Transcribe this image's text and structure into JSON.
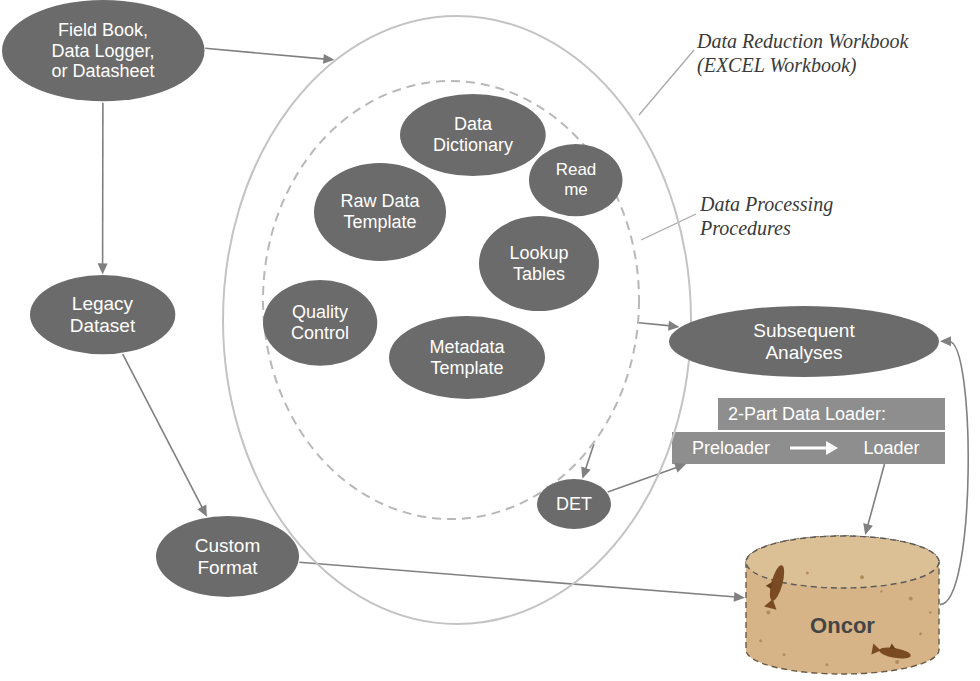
{
  "diagram": {
    "nodes": [
      {
        "text": [
          "Field Book, Data Logger, or Datasheet"
        ]
      },
      {
        "text": [
          "Data Reduction Workbook (EXCEL Workbook)"
        ]
      },
      {
        "text": [
          "Data Processing Procedures"
        ],
        "in": 1
      },
      {
        "text": [
          "Data Dictionary"
        ],
        "in": 2
      },
      {
        "text": [
          "Read me"
        ],
        "in": 2
      },
      {
        "text": [
          "Raw Data Template"
        ],
        "in": 2
      },
      {
        "text": [
          "Lookup Tables"
        ],
        "in": 2
      },
      {
        "text": [
          "Quality Control"
        ],
        "in": 2
      },
      {
        "text": [
          "Metadata Template"
        ],
        "in": 2
      },
      {
        "text": [
          "DET"
        ],
        "in": 1
      },
      {
        "text": [
          "Legacy Dataset"
        ]
      },
      {
        "text": [
          "Subsequent Analyses"
        ]
      },
      {
        "text": [
          "2-Part Data Loader:"
        ]
      },
      {
        "text": [
          "Preloader"
        ],
        "in": 12
      },
      {
        "text": [
          "Loader"
        ],
        "in": 12
      },
      {
        "text": [
          "Custom Format"
        ]
      },
      {
        "text": [
          "Oncor"
        ]
      }
    ],
    "edges": [
      {
        "from": 0,
        "to": 1,
        "arrow": "to"
      },
      {
        "from": 0,
        "to": 10,
        "arrow": "to"
      },
      {
        "from": 10,
        "to": 15,
        "arrow": "to"
      },
      {
        "from": 15,
        "to": 16,
        "arrow": "to"
      },
      {
        "from": 2,
        "to": 11,
        "arrow": "to"
      },
      {
        "from": 2,
        "to": 9,
        "arrow": "to"
      },
      {
        "from": 9,
        "to": 13,
        "arrow": "to"
      },
      {
        "from": 13,
        "to": 14,
        "arrow": "to"
      },
      {
        "from": 14,
        "to": 16,
        "arrow": "to"
      },
      {
        "from": 16,
        "to": 11,
        "arrow": "to"
      }
    ]
  }
}
